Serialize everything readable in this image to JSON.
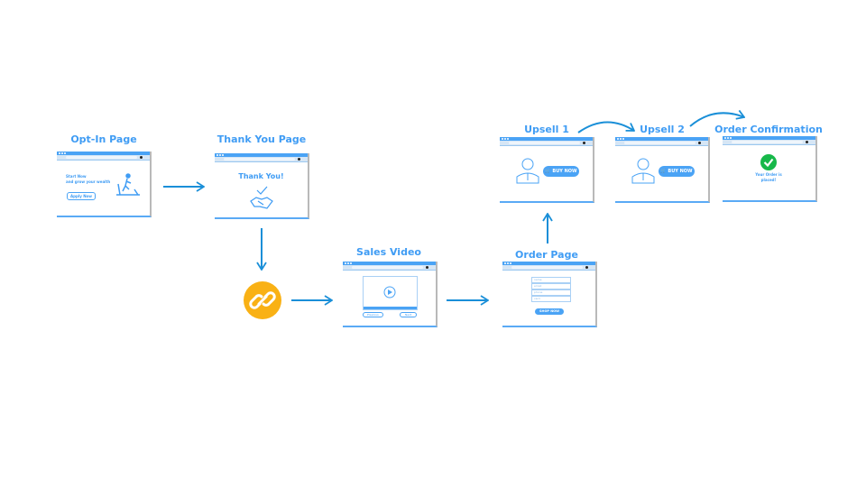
{
  "titles": {
    "optin": "Opt-In Page",
    "thankyou": "Thank You Page",
    "sales": "Sales Video",
    "order": "Order Page",
    "upsell1": "Upsell 1",
    "upsell2": "Upsell 2",
    "confirm": "Order Confirmation"
  },
  "optin": {
    "line1": "Start Now",
    "line2": "and grow your wealth",
    "button": "Apply Now"
  },
  "thankyou": {
    "heading": "Thank You!"
  },
  "sales": {
    "prev": "Previous",
    "next": "Next"
  },
  "order": {
    "fields": [
      "name",
      "email",
      "phone",
      "card"
    ],
    "button": "SHOP NOW"
  },
  "upsell1": {
    "button": "BUY NOW"
  },
  "upsell2": {
    "button": "BUY NOW"
  },
  "confirm": {
    "message": "Your Order is placed!"
  },
  "colors": {
    "accent": "#3f9cf4",
    "arrow": "#1a8fd8",
    "link_circle": "#f9b115",
    "check": "#17b84a"
  }
}
